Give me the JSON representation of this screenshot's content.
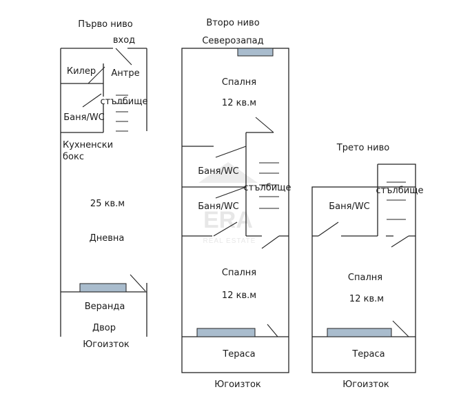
{
  "watermark": {
    "logo": "ERA",
    "tagline": "REAL ESTATE"
  },
  "floor1": {
    "title": "Първо ниво",
    "entrance": "вход",
    "pantry": "Килер",
    "hall": "Антре",
    "stairs": "стълбище",
    "bath": "Баня/WC",
    "kitchen_line1": "Кухненски",
    "kitchen_line2": "бокс",
    "area": "25 кв.м",
    "living": "Дневна",
    "veranda": "Веранда",
    "yard": "Двор",
    "orientation": "Югоизток"
  },
  "floor2": {
    "title": "Второ ниво",
    "orientation_top": "Северозапад",
    "bedroom1": "Спалня",
    "bedroom1_area": "12 кв.м",
    "bath1": "Баня/WC",
    "bath2": "Баня/WC",
    "stairs": "стълбище",
    "bedroom2": "Спалня",
    "bedroom2_area": "12 кв.м",
    "terrace": "Тераса",
    "orientation": "Югоизток"
  },
  "floor3": {
    "title": "Трето ниво",
    "stairs": "стълбище",
    "bath": "Баня/WC",
    "bedroom": "Спалня",
    "bedroom_area": "12 кв.м",
    "terrace": "Тераса",
    "orientation": "Югоизток"
  }
}
